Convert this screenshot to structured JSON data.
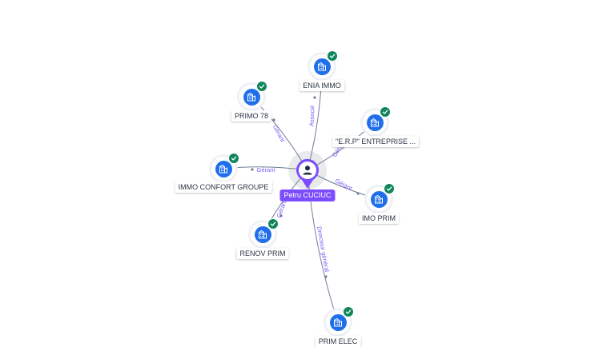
{
  "person": {
    "name": "Petru CUCIUC",
    "icon": "person-icon",
    "accent_color": "#7c4dff"
  },
  "companies": [
    {
      "id": "enia",
      "name": "ENIA IMMO",
      "role": "Associé"
    },
    {
      "id": "primo78",
      "name": "PRIMO 78",
      "role": "Gérant"
    },
    {
      "id": "erp",
      "name": "\"E.R.P\" ENTREPRISE ...",
      "role": "Gérant"
    },
    {
      "id": "immoconfort",
      "name": "IMMO CONFORT GROUPE",
      "role": "Gérant"
    },
    {
      "id": "imoprim",
      "name": "IMO PRIM",
      "role": "Gérant"
    },
    {
      "id": "renovprim",
      "name": "RENOV PRIM",
      "role": "Gérant"
    },
    {
      "id": "primelec",
      "name": "PRIM ELEC",
      "role": "Directeur général"
    }
  ],
  "node_icon": "building-icon",
  "status_icon": "check-icon",
  "colors": {
    "node_fill": "#1f6feb",
    "status_fill": "#11865a",
    "edge": "#6f7f98",
    "edge_label": "#7a5af8"
  }
}
